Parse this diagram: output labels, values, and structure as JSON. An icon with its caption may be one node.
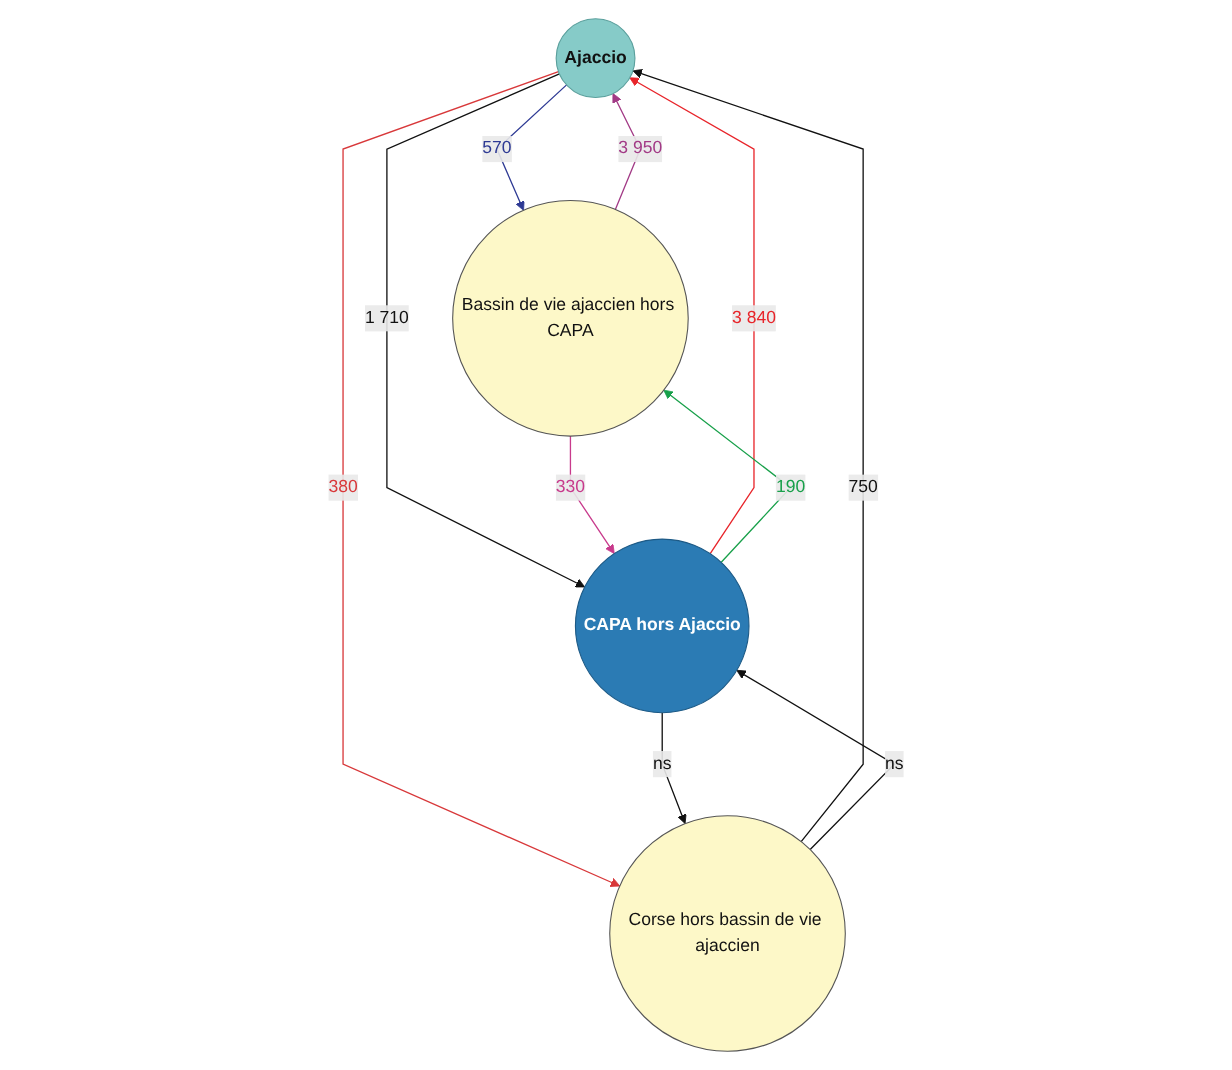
{
  "diagram": {
    "nodes": [
      {
        "text": [
          "Ajaccio"
        ]
      },
      {
        "text": [
          "Bassin de vie ajaccien hors CAPA"
        ]
      },
      {
        "text": [
          "Corse hors bassin de vie ajaccien"
        ]
      },
      {
        "text": [
          "CAPA hors Ajaccio"
        ]
      }
    ],
    "edges": [
      {
        "from": 1,
        "to": 0,
        "arrow": "to",
        "label": "3 950",
        "color": "#a23a86"
      },
      {
        "from": 0,
        "to": 1,
        "arrow": "to",
        "label": "570",
        "color": "#2e3a94"
      },
      {
        "from": 0,
        "to": 2,
        "arrow": "to",
        "label": "380",
        "color": "#d8383a"
      },
      {
        "from": 2,
        "to": 0,
        "arrow": "to",
        "label": "750"
      },
      {
        "from": 0,
        "to": 3,
        "arrow": "to",
        "label": "1 710"
      },
      {
        "from": 3,
        "to": 0,
        "arrow": "to",
        "label": "3 840",
        "color": "#e8242a"
      },
      {
        "from": 3,
        "to": 1,
        "arrow": "to",
        "label": "190",
        "color": "#18a04a"
      },
      {
        "from": 1,
        "to": 3,
        "arrow": "to",
        "label": "330",
        "color": "#c83a8c"
      },
      {
        "from": 2,
        "to": 3,
        "arrow": "to",
        "label": "ns"
      },
      {
        "from": 3,
        "to": 2,
        "arrow": "to",
        "label": "ns"
      }
    ]
  }
}
